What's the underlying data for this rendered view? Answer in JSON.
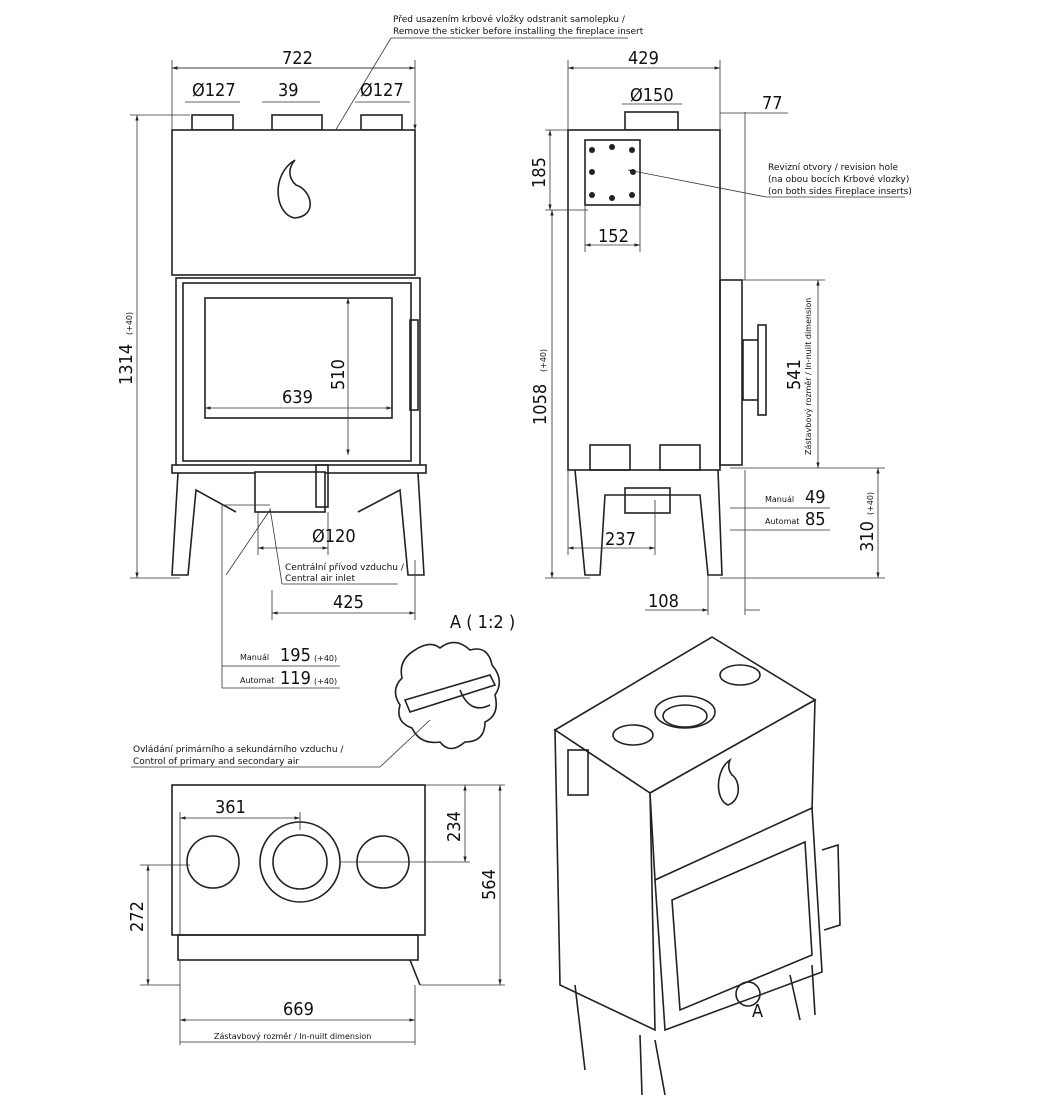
{
  "notes": {
    "sticker_cz": "Před usazením krbové vložky odstranit samolepku /",
    "sticker_en": "Remove the sticker before installing the fireplace insert",
    "revision_1": "Revizní otvory / revision hole",
    "revision_2": "(na obou bocích Krbové vlozky)",
    "revision_3": "(on both sides Fireplace inserts)",
    "built_in_side": "Zástavbový rozměr / In-nuilt dimension",
    "built_in_top": "Zástavbový rozměr / In-nuilt dimension",
    "air_inlet_cz": "Centrální přívod vzduchu /",
    "air_inlet_en": "Central air inlet",
    "control_cz": "Ovládání primárního a sekundárního vzduchu /",
    "control_en": "Control of primary and secondary air",
    "detail_label": "A ( 1:2 )",
    "detail_marker": "A"
  },
  "front": {
    "width": "722",
    "collar_left": "Ø127",
    "gap": "39",
    "collar_right": "Ø127",
    "height": "1314",
    "height_tol": "(+40)",
    "glass_h": "510",
    "glass_w": "639",
    "inlet": "Ø120",
    "inlet_offset": "425",
    "manual_label": "Manuál",
    "manual_val": "195",
    "manual_tol": "(+40)",
    "auto_label": "Automat",
    "auto_val": "119",
    "auto_tol": "(+40)"
  },
  "side": {
    "depth": "429",
    "collar": "Ø150",
    "offset": "77",
    "plate_h": "185",
    "plate_w": "152",
    "height": "1058",
    "height_tol": "(+40)",
    "built_in": "541",
    "manual_label": "Manuál",
    "manual_val": "49",
    "auto_label": "Automat",
    "auto_val": "85",
    "leg_h": "310",
    "leg_tol": "(+40)",
    "inlet_depth": "237",
    "rear": "108"
  },
  "top": {
    "center": "361",
    "depth_center": "234",
    "depth": "564",
    "side": "272",
    "width": "669"
  }
}
